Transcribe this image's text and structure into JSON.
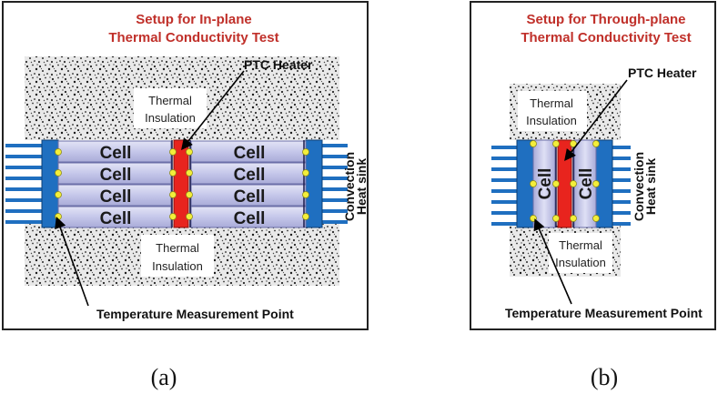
{
  "panel_a": {
    "title_line1": "Setup for In-plane",
    "title_line2": "Thermal Conductivity Test",
    "ptc_label": "PTC Heater",
    "insulation_top_line1": "Thermal",
    "insulation_top_line2": "Insulation",
    "insulation_bottom_line1": "Thermal",
    "insulation_bottom_line2": "Insulation",
    "cell_label": "Cell",
    "convection_line1": "Convection",
    "convection_line2": "Heat sink",
    "temp_label": "Temperature Measurement Point",
    "caption": "(a)"
  },
  "panel_b": {
    "title_line1": "Setup for Through-plane",
    "title_line2": "Thermal Conductivity Test",
    "ptc_label": "PTC Heater",
    "insulation_top_line1": "Thermal",
    "insulation_top_line2": "Insulation",
    "insulation_bottom_line1": "Thermal",
    "insulation_bottom_line2": "Insulation",
    "cell_label": "Cell",
    "convection_line1": "Convection",
    "convection_line2": "Heat sink",
    "temp_label": "Temperature Measurement Point",
    "caption": "(b)"
  },
  "colors": {
    "title": "#c0302a",
    "heat_sink": "#1f6fc0",
    "heater": "#e8241e",
    "cell": "#c9cbeb",
    "sensor_point": "#f3ee3a"
  }
}
